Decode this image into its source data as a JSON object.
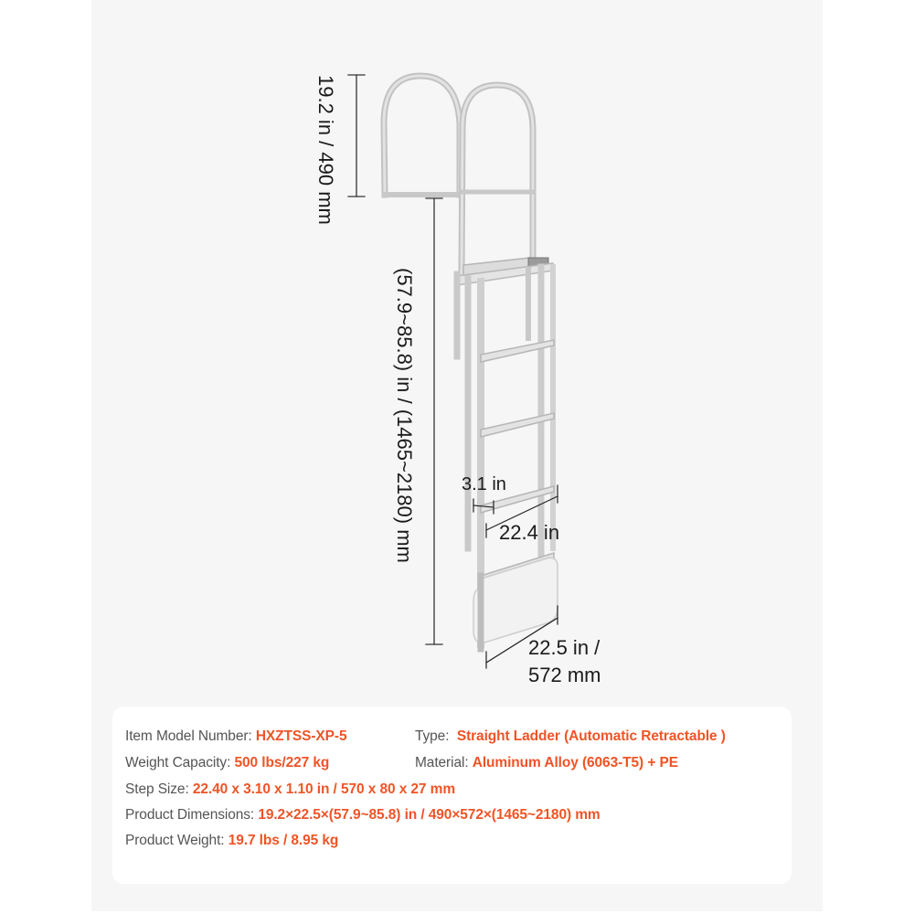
{
  "dimensions": {
    "handrail_height": "19.2 in / 490 mm",
    "ladder_height": "(57.9~85.8) in / (1465~2180) mm",
    "step_depth": "3.1 in",
    "step_width": "22.4 in",
    "overall_width_line1": "22.5 in /",
    "overall_width_line2": "572 mm"
  },
  "specs": {
    "model": {
      "label": "Item Model Number: ",
      "value": "HXZTSS-XP-5"
    },
    "type": {
      "label": "Type:  ",
      "value": "Straight Ladder (Automatic Retractable )"
    },
    "capacity": {
      "label": "Weight Capacity: ",
      "value": "500 lbs/227 kg"
    },
    "material": {
      "label": "Material: ",
      "value": "Aluminum Alloy (6063-T5) + PE"
    },
    "step_size": {
      "label": "Step Size: ",
      "value": "22.40 x 3.10 x 1.10 in / 570 x 80 x 27 mm"
    },
    "product_dimensions": {
      "label": "Product Dimensions: ",
      "value": "19.2×22.5×(57.9~85.8) in / 490×572×(1465~2180) mm"
    },
    "product_weight": {
      "label": "Product Weight: ",
      "value": "19.7 lbs / 8.95 kg"
    }
  },
  "colors": {
    "accent": "#ef5426",
    "label": "#555555",
    "panel_bg": "#f6f6f6",
    "card_bg": "#ffffff"
  }
}
